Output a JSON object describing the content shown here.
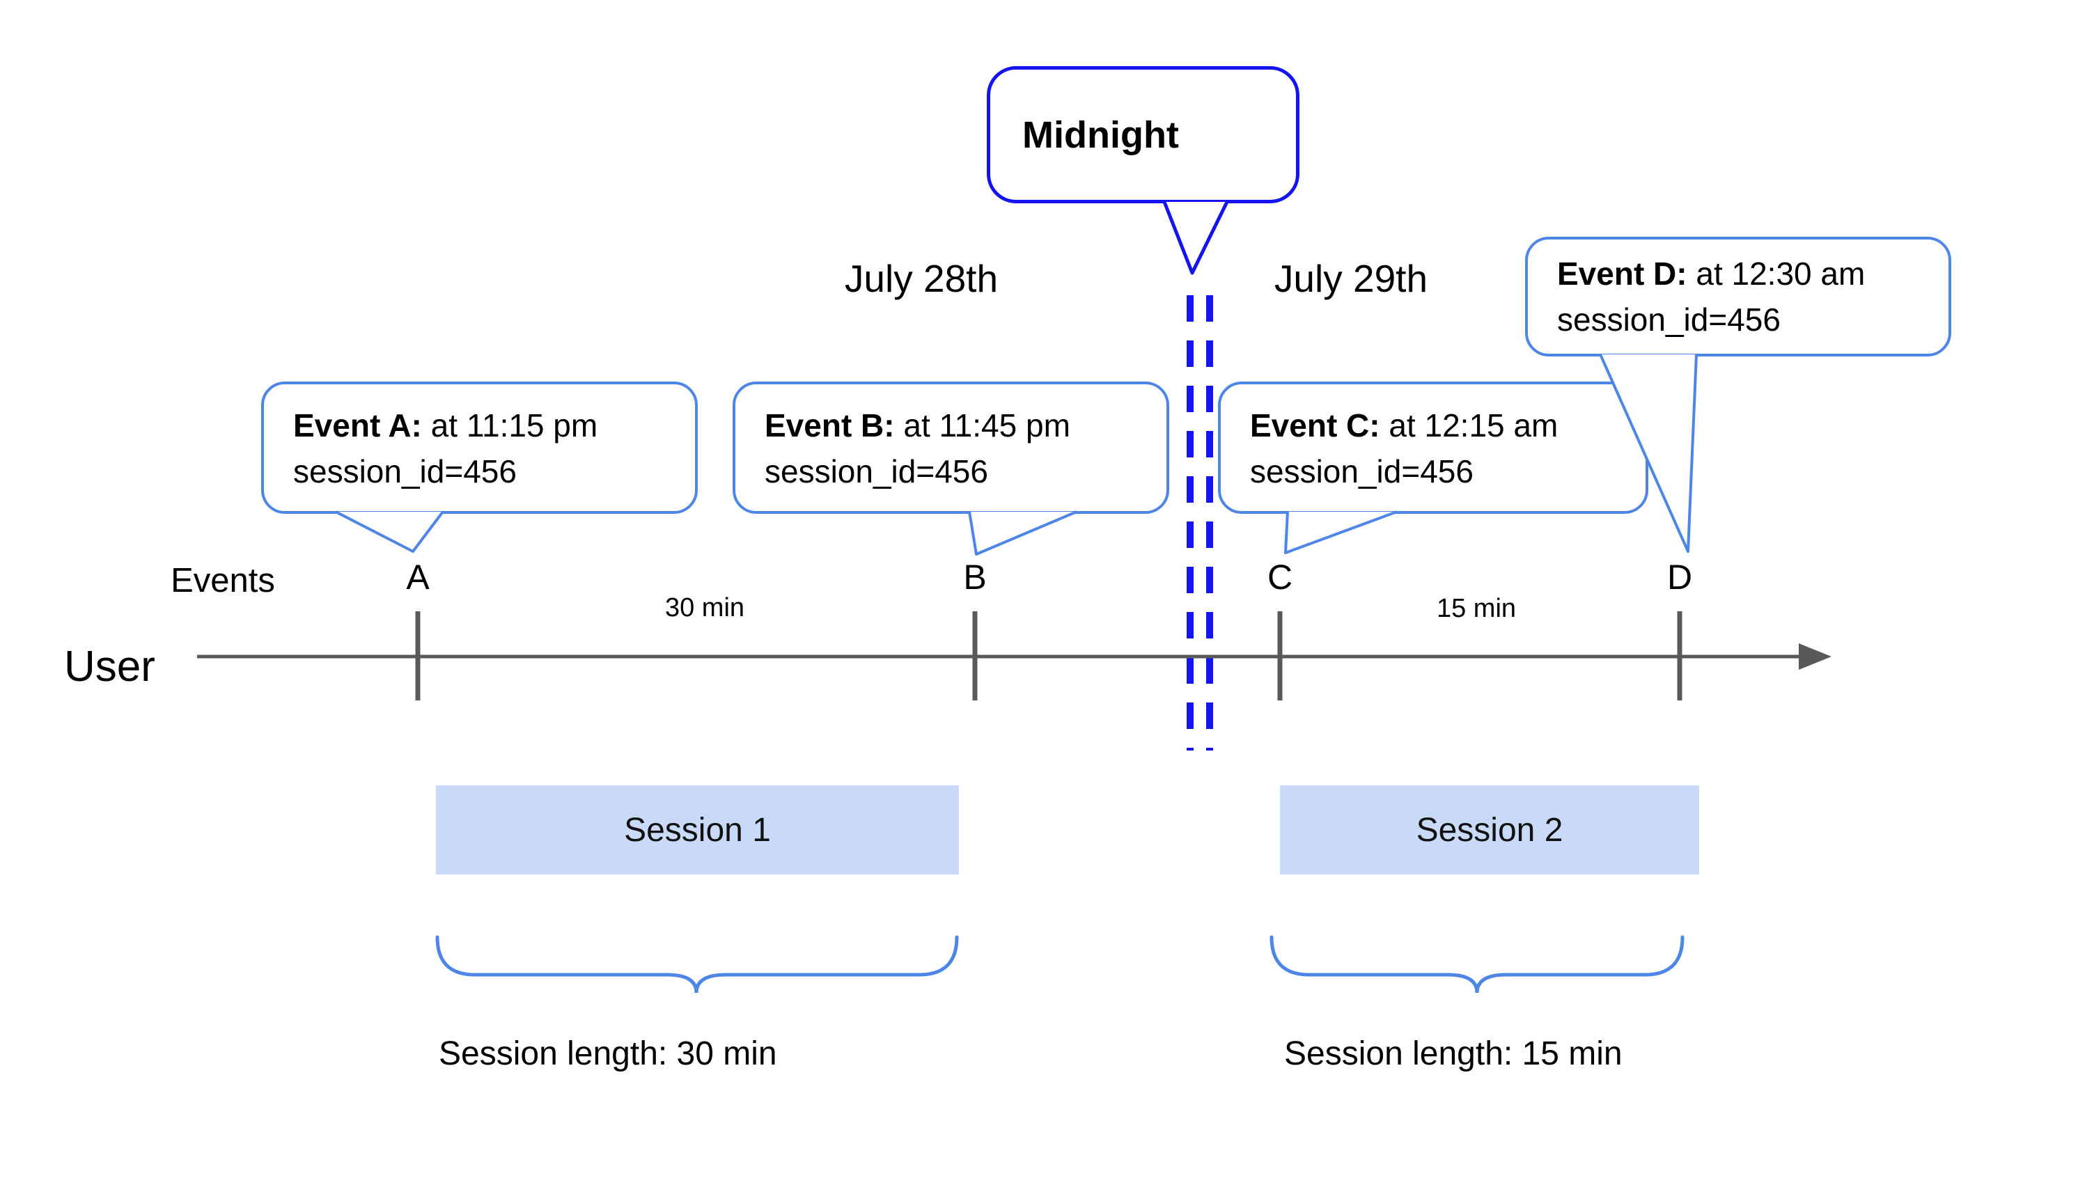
{
  "palette": {
    "accent_blue": "#4e86e8",
    "deep_blue": "#1414ee",
    "session_fill": "#c9daf8",
    "line_gray": "#595959",
    "text": "#000000"
  },
  "midnight": {
    "label": "Midnight"
  },
  "dates": {
    "left": "July 28th",
    "right": "July 29th"
  },
  "axis": {
    "events_label": "Events",
    "user_label": "User"
  },
  "events": [
    {
      "tick": "A",
      "label": "Event A:",
      "time": " at 11:15 pm",
      "session": "session_id=456"
    },
    {
      "tick": "B",
      "label": "Event B:",
      "time": " at 11:45 pm",
      "session": "session_id=456"
    },
    {
      "tick": "C",
      "label": "Event C:",
      "time": " at 12:15 am",
      "session": "session_id=456"
    },
    {
      "tick": "D",
      "label": "Event D:",
      "time": " at 12:30 am",
      "session": "session_id=456"
    }
  ],
  "gaps": {
    "ab": "30 min",
    "cd": "15 min"
  },
  "sessions": [
    {
      "name": "Session 1",
      "length_label": "Session length: 30 min"
    },
    {
      "name": "Session 2",
      "length_label": "Session length: 15 min"
    }
  ]
}
